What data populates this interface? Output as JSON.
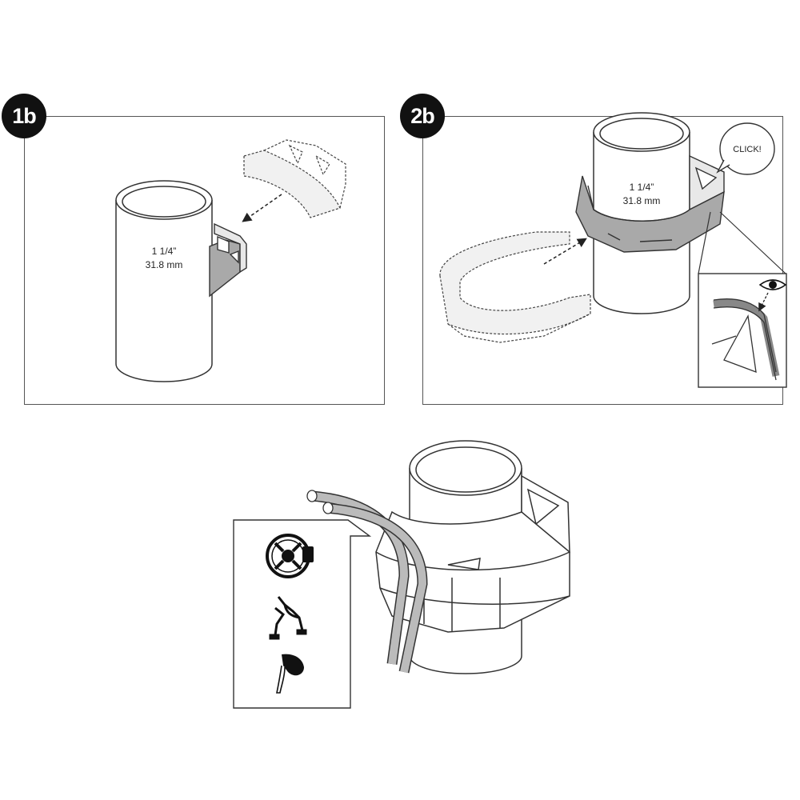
{
  "steps": [
    {
      "label": "1b",
      "size_inch": "1 1/4”",
      "size_mm": "31.8 mm"
    },
    {
      "label": "2b",
      "size_inch": "1 1/4”",
      "size_mm": "31.8 mm",
      "callout": "CLICK!"
    }
  ],
  "colors": {
    "outline": "#333333",
    "fill_gray": "#a9a9a9",
    "fill_light": "#e8e8e8"
  },
  "icons": [
    "eye-icon",
    "disc-brake-rotor-icon",
    "rim-brake-caliper-icon",
    "brake-lever-icon"
  ]
}
